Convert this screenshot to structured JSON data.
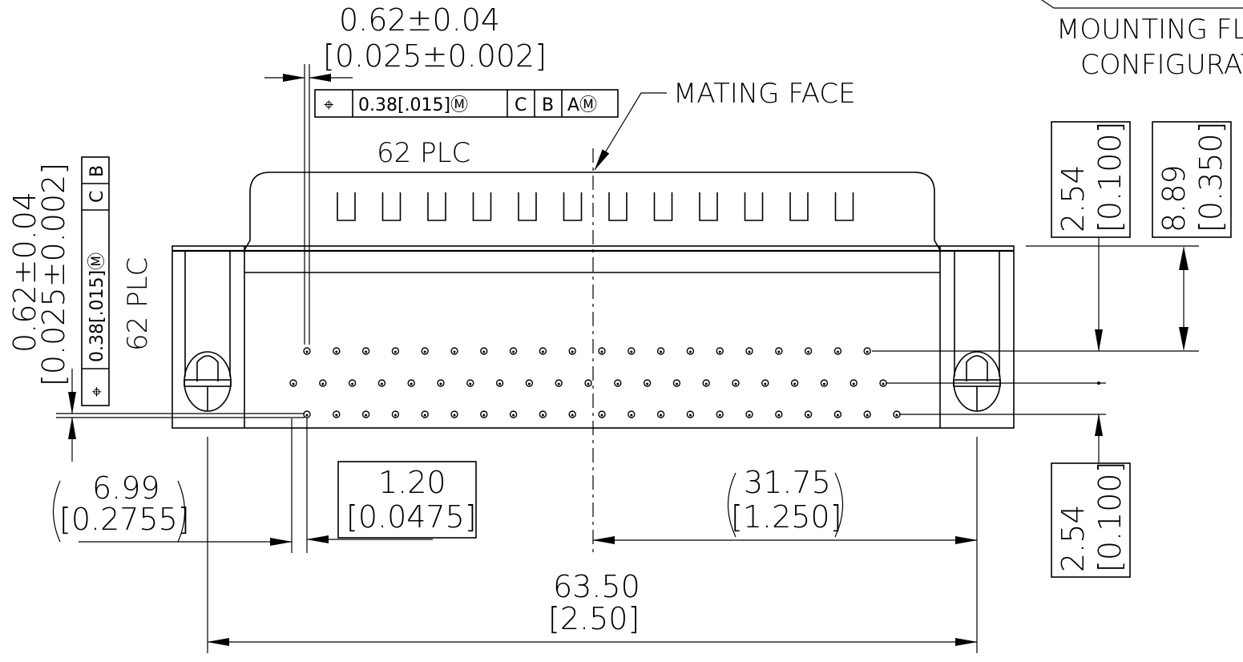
{
  "title_block": {
    "line1": "MOUNTING FL",
    "line2": "CONFIGURAT"
  },
  "top_pitch": {
    "mm": "0.62±0.04",
    "inch": "[0.025±0.002]"
  },
  "top_fcf": {
    "symbol": "⌖",
    "tol": "0.38[.015]Ⓜ",
    "d1": "C",
    "d2": "B",
    "d3": "AⓂ"
  },
  "mating_face_label": "MATING FACE",
  "top_plc": "62 PLC",
  "left_pitch": {
    "mm": "0.62±0.04",
    "inch": "[0.025±0.002]"
  },
  "left_fcf": {
    "symbol": "⌖",
    "tol": "0.38[.015]Ⓜ",
    "d1": "C",
    "d2": "B"
  },
  "left_plc": "62 PLC",
  "dims": {
    "row_pitch_upper": {
      "mm": "2.54",
      "inch": "[0.100]"
    },
    "flange_height": {
      "mm": "8.89",
      "inch": "[0.350]"
    },
    "row_pitch_lower": {
      "mm": "2.54",
      "inch": "[0.100]"
    },
    "left_offset": {
      "mm": "6.99",
      "inch": "[0.2755]"
    },
    "stagger": {
      "mm": "1.20",
      "inch": "[0.0475]"
    },
    "half_span": {
      "mm": "31.75",
      "inch": "[1.250]"
    },
    "mount_span": {
      "mm": "63.50",
      "inch": "[2.50]"
    }
  },
  "connector": {
    "positions": 62,
    "rows": [
      {
        "name": "top",
        "pins": 20
      },
      {
        "name": "middle",
        "pins": 21
      },
      {
        "name": "bottom",
        "pins": 21
      }
    ],
    "key_slots": 12
  }
}
